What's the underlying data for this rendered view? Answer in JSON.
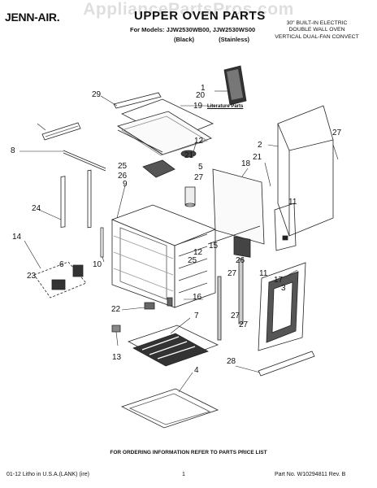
{
  "watermark": "AppliancePartsPros.com",
  "header": {
    "brand": "JENN-AIR.",
    "title": "UPPER OVEN PARTS",
    "models_line": "For Models: JJW2530WB00, JJW2530WS00",
    "variants": [
      "(Black)",
      "(Stainless)"
    ],
    "description": [
      "30\" BUILT-IN ELECTRIC",
      "DOUBLE WALL OVEN",
      "VERTICAL DUAL-FAN CONVECT"
    ]
  },
  "literature_label": "Literature Parts",
  "callouts": [
    "1",
    "2",
    "3",
    "4",
    "5",
    "6",
    "7",
    "8",
    "9",
    "10",
    "11",
    "12",
    "13",
    "14",
    "15",
    "16",
    "17",
    "18",
    "19",
    "20",
    "21",
    "22",
    "23",
    "24",
    "25",
    "26",
    "27",
    "28",
    "29",
    "27",
    "26",
    "25",
    "21",
    "12",
    "27",
    "11",
    "27",
    "27"
  ],
  "footer": {
    "order_note": "FOR ORDERING INFORMATION REFER TO PARTS PRICE LIST",
    "litho": "01-12 Litho in U.S.A.(LANK) (ire)",
    "page": "1",
    "part_no": "Part No. W10294811 Rev. B"
  }
}
